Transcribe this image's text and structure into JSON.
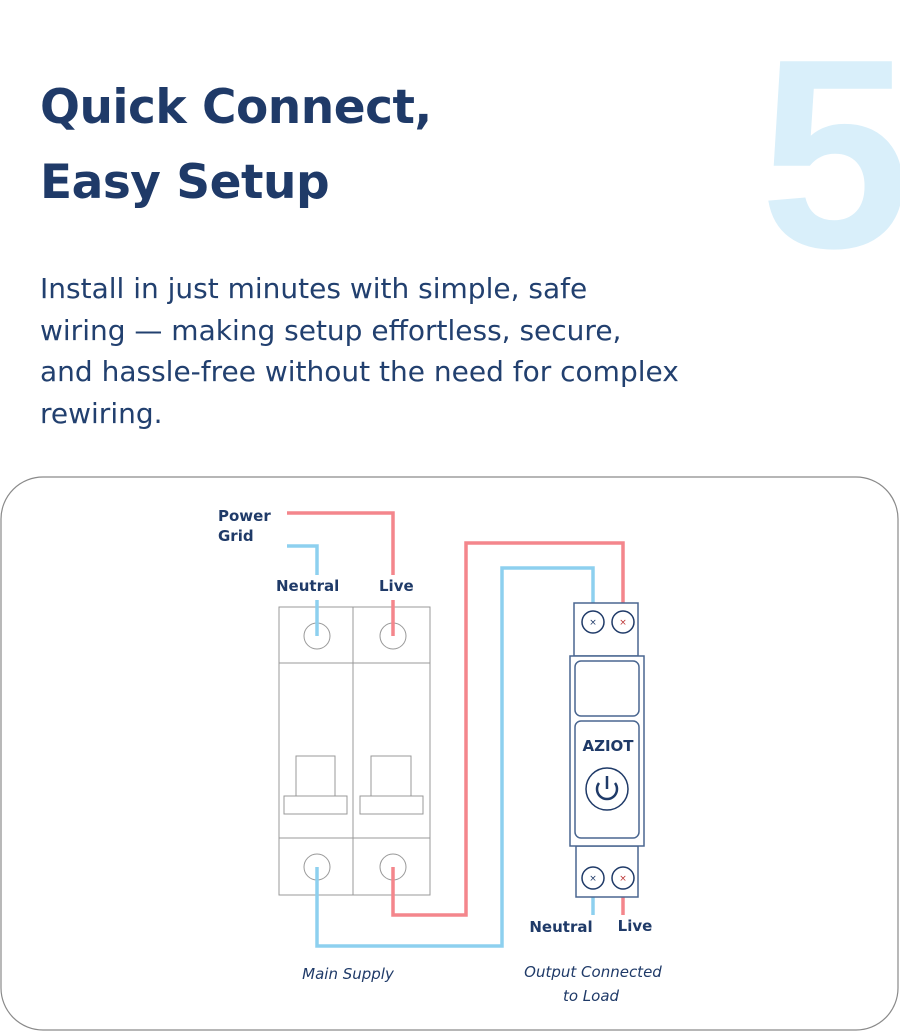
{
  "step_number": "5",
  "title_line1": "Quick Connect,",
  "title_line2": "Easy Setup",
  "description": "Install in just minutes with simple, safe wiring — making setup effortless, secure, and hassle-free without the need for complex rewiring.",
  "diagram": {
    "power_grid_line1": "Power",
    "power_grid_line2": "Grid",
    "breaker_neutral": "Neutral",
    "breaker_live": "Live",
    "device_brand": "AZIOT",
    "output_neutral": "Neutral",
    "output_live": "Live",
    "main_supply": "Main Supply",
    "output_line1": "Output Connected",
    "output_line2": "to Load",
    "colors": {
      "live": "#f4868c",
      "neutral": "#8dd0ef",
      "outline": "#1f3a68"
    }
  }
}
